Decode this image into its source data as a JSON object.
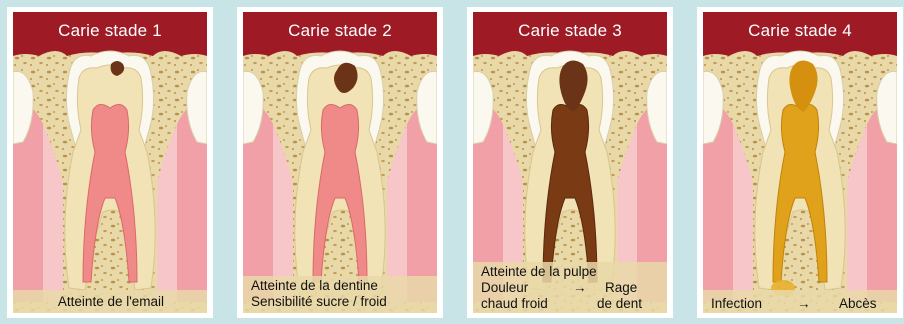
{
  "colors": {
    "background": "#c9e4e6",
    "gum_header": "#9e1a24",
    "bone": "#e9d8a8",
    "enamel": "#fbf8ef",
    "dentin": "#f1e3b6",
    "pulp_healthy": "#ef8a88",
    "caries": "#6b3418",
    "infection": "#e0a21a"
  },
  "panels": [
    {
      "title": "Carie stade 1",
      "caption": "Atteinte de l'email"
    },
    {
      "title": "Carie stade 2",
      "caption_line1": "Atteinte de la dentine",
      "caption_line2": "Sensibilité sucre / froid"
    },
    {
      "title": "Carie stade 3",
      "caption_line1": "Atteinte de la pulpe",
      "col1_line1": "Douleur",
      "arrow": "→",
      "col2_line1": "Rage",
      "col1_line2": "chaud froid",
      "col2_line2": "de dent"
    },
    {
      "title": "Carie stade 4",
      "left": "Infection",
      "arrow": "→",
      "right": "Abcès"
    }
  ]
}
